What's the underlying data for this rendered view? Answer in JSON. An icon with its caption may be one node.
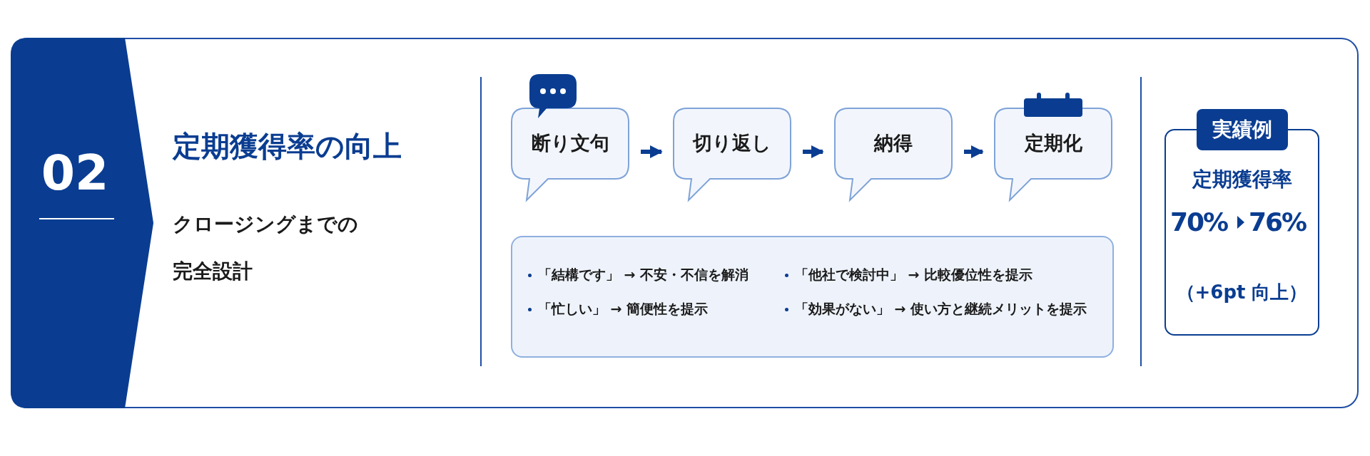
{
  "diagram": {
    "title": "定期獲得率の向上",
    "nodes": [
      {
        "text": [
          "02"
        ]
      },
      {
        "text": [
          "断り文句"
        ]
      },
      {
        "text": [
          "切り返し"
        ]
      },
      {
        "text": [
          "納得"
        ]
      },
      {
        "text": [
          "定期化"
        ]
      },
      {
        "text": [
          "「結構です」 → 不安・不信を解消",
          "「他社で検討中」 → 比較優位性を提示",
          "「忙しい」 → 簡便性を提示",
          "「効果がない」 → 使い方と継続メリットを提示"
        ]
      },
      {
        "text": [
          "実績例",
          "定期獲得率",
          "70%",
          "76%",
          "（+6pt 向上）"
        ]
      }
    ],
    "edges": [
      {
        "from": 1,
        "to": 2,
        "arrow": "to"
      },
      {
        "from": 2,
        "to": 3,
        "arrow": "to"
      },
      {
        "from": 3,
        "to": 4,
        "arrow": "to"
      }
    ],
    "labels": [
      "クロージングまでの完全設計"
    ]
  }
}
